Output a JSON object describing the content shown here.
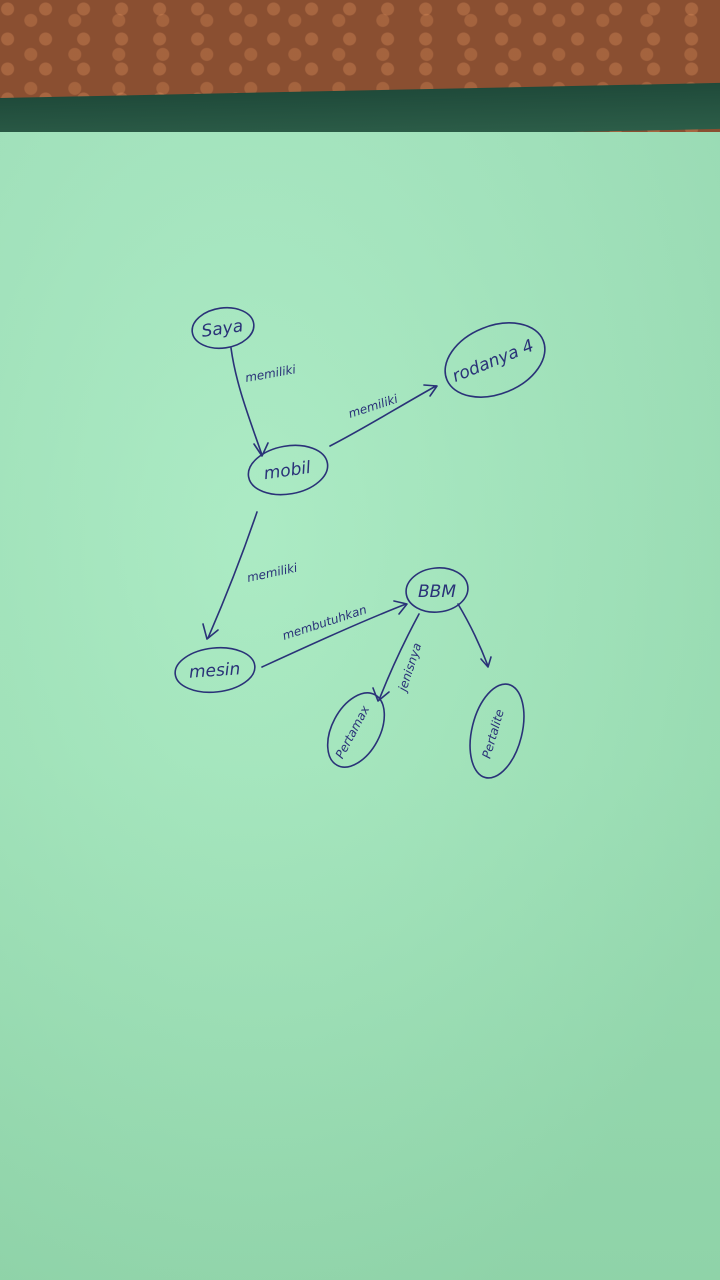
{
  "colors": {
    "paper": "#a1e8bc",
    "ink": "#2a3278",
    "tabletop": "#8a4f31",
    "folder": "#2c5d48"
  },
  "nodes": {
    "saya": "Saya",
    "mobil": "mobil",
    "rodanya": "rodanya 4",
    "mesin": "mesin",
    "bbm": "BBM",
    "pertamax": "Pertamax",
    "pertalite": "Pertalite"
  },
  "edges": {
    "saya_mobil": "memiliki",
    "mobil_rodanya": "memiliki",
    "mobil_mesin": "memiliki",
    "mesin_bbm": "membutuhkan",
    "bbm_jenis": "jenisnya"
  }
}
